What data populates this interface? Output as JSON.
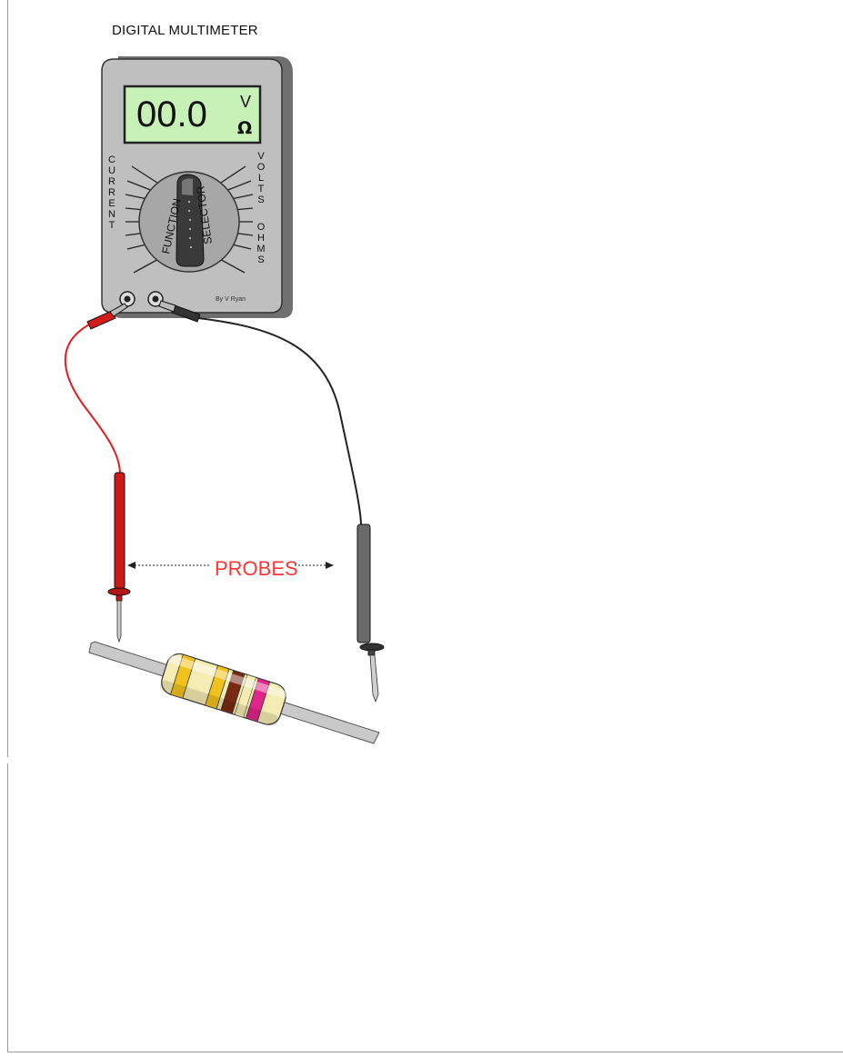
{
  "title": "DIGITAL MULTIMETER",
  "display": {
    "reading": "00.0",
    "unit_volts": "V",
    "unit_ohms": "Ω"
  },
  "dial": {
    "left_label": "CURRENT",
    "right_top_label": "VOLTS",
    "right_bottom_label": "OHMS",
    "function_label": "FUNCTION",
    "selector_label": "SELECTOR"
  },
  "credit": "By V Ryan",
  "probes_label": "PROBES",
  "colors": {
    "meter_body": "#bdbdbd",
    "meter_shadow": "#7a7a7a",
    "lcd": "#c6f2b8",
    "red_lead": "#e02020",
    "black_lead": "#222222",
    "probes_text": "#ff3030",
    "resistor_body": "#f4ecb0",
    "band_yellow": "#f2c21c",
    "band_brown": "#7a2a12",
    "band_pink": "#e0258a"
  }
}
